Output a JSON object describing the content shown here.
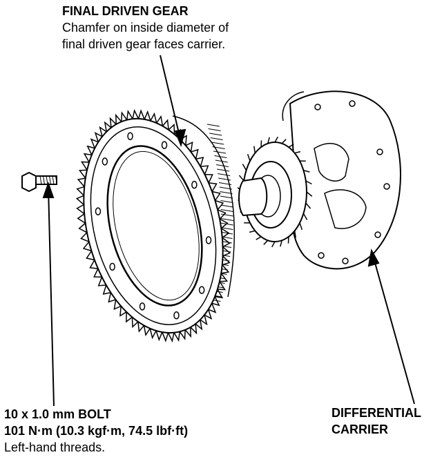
{
  "callouts": {
    "final_driven_gear": {
      "title": "FINAL DRIVEN GEAR",
      "lines": [
        "Chamfer on inside diameter of",
        "final driven gear faces carrier."
      ]
    },
    "bolt": {
      "title": "10 x 1.0 mm BOLT",
      "lines": [
        "101 N·m (10.3 kgf·m, 74.5 lbf·ft)",
        "Left-hand threads."
      ]
    },
    "differential_carrier": {
      "lines": [
        "DIFFERENTIAL",
        "CARRIER"
      ]
    }
  },
  "colors": {
    "ink": "#000000",
    "paper": "#ffffff"
  }
}
